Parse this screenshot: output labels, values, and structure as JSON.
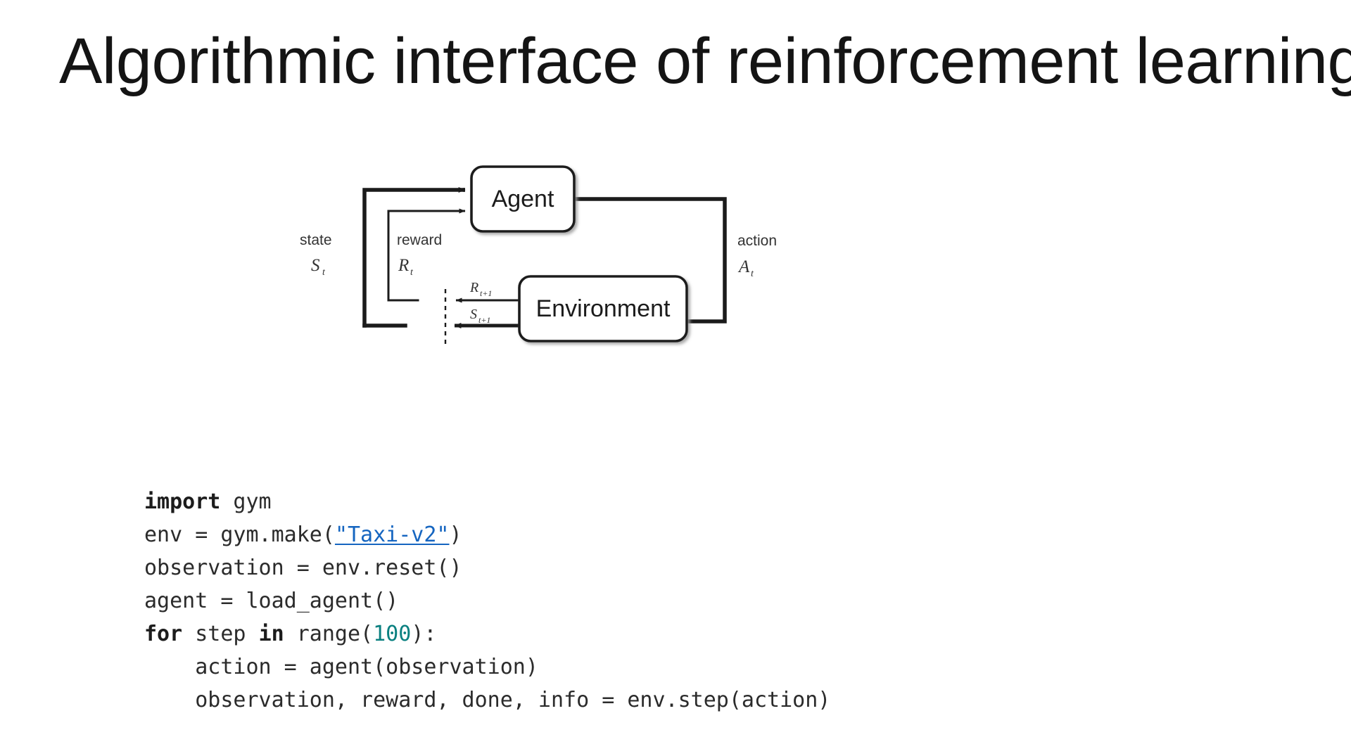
{
  "slide": {
    "title": "Algorithmic interface of reinforcement learning",
    "background_color": "#ffffff",
    "text_color": "#141414"
  },
  "diagram": {
    "name": "agent-environment-interaction-loop",
    "type": "flow-diagram",
    "nodes": [
      {
        "id": "agent",
        "label": "Agent"
      },
      {
        "id": "environment",
        "label": "Environment"
      }
    ],
    "edges": [
      {
        "id": "state",
        "label": "state",
        "symbol": "S",
        "subscript": "t",
        "from": "environment",
        "to": "agent"
      },
      {
        "id": "reward",
        "label": "reward",
        "symbol": "R",
        "subscript": "t",
        "from": "environment",
        "to": "agent"
      },
      {
        "id": "action",
        "label": "action",
        "symbol": "A",
        "subscript": "t",
        "from": "agent",
        "to": "environment"
      },
      {
        "id": "reward-next",
        "label": "",
        "symbol": "R",
        "subscript": "t+1",
        "from": "environment",
        "to": "agent"
      },
      {
        "id": "state-next",
        "label": "",
        "symbol": "S",
        "subscript": "t+1",
        "from": "environment",
        "to": "agent"
      }
    ],
    "labels": {
      "state": "state",
      "reward": "reward",
      "action": "action",
      "state_symbol": "S",
      "state_sub": "t",
      "reward_symbol": "R",
      "reward_sub": "t",
      "action_symbol": "A",
      "action_sub": "t",
      "reward_next_symbol": "R",
      "reward_next_sub": "t+1",
      "state_next_symbol": "S",
      "state_next_sub": "t+1"
    }
  },
  "code": {
    "language": "python",
    "link_color": "#1565c0",
    "number_color": "#0a8080",
    "lines": [
      {
        "id": "line-1",
        "tokens": [
          {
            "text": "import",
            "type": "keyword"
          },
          {
            "text": " gym",
            "type": "plain"
          }
        ]
      },
      {
        "id": "line-2",
        "tokens": [
          {
            "text": "env = gym.make(",
            "type": "plain"
          },
          {
            "text": "\"Taxi-v2\"",
            "type": "link"
          },
          {
            "text": ")",
            "type": "plain"
          }
        ]
      },
      {
        "id": "line-3",
        "tokens": [
          {
            "text": "observation = env.reset()",
            "type": "plain"
          }
        ]
      },
      {
        "id": "line-4",
        "tokens": [
          {
            "text": "agent = load_agent()",
            "type": "plain"
          }
        ]
      },
      {
        "id": "line-5",
        "tokens": [
          {
            "text": "for",
            "type": "keyword"
          },
          {
            "text": " step ",
            "type": "plain"
          },
          {
            "text": "in",
            "type": "keyword"
          },
          {
            "text": " range(",
            "type": "plain"
          },
          {
            "text": "100",
            "type": "number"
          },
          {
            "text": "):",
            "type": "plain"
          }
        ]
      },
      {
        "id": "line-6",
        "tokens": [
          {
            "text": "    action = agent(observation)",
            "type": "plain"
          }
        ]
      },
      {
        "id": "line-7",
        "tokens": [
          {
            "text": "    observation, reward, done, info = env.step(action)",
            "type": "plain"
          }
        ]
      }
    ]
  }
}
